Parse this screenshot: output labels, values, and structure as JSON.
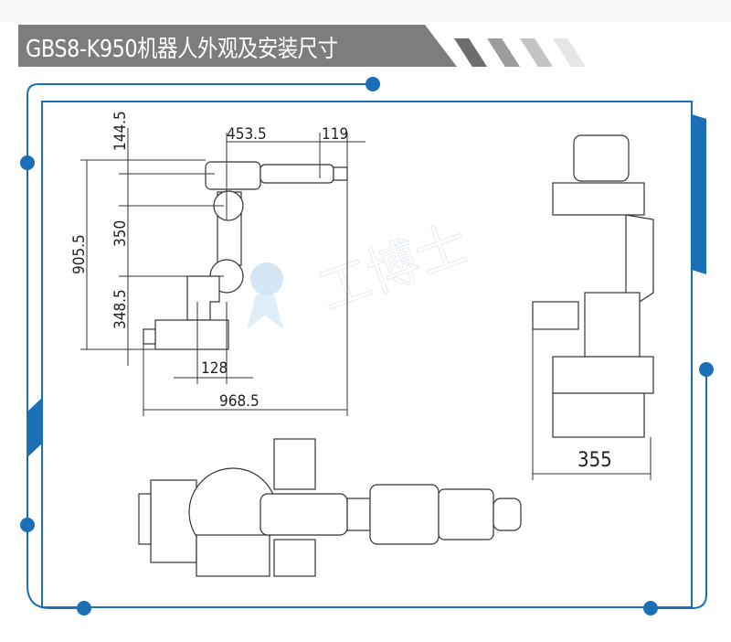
{
  "header": {
    "title": "GBS8-K950机器人外观及安装尺寸"
  },
  "watermark": {
    "text": "工博士"
  },
  "side_view": {
    "dimensions": [
      "144.5",
      "453.5",
      "119",
      "905.5",
      "350",
      "348.5",
      "128",
      "968.5"
    ]
  },
  "front_view": {
    "dimensions": [
      "355"
    ]
  },
  "colors": {
    "accent": "#1a6fb5",
    "title_bg": "#7d7d7d",
    "line": "#333333"
  }
}
